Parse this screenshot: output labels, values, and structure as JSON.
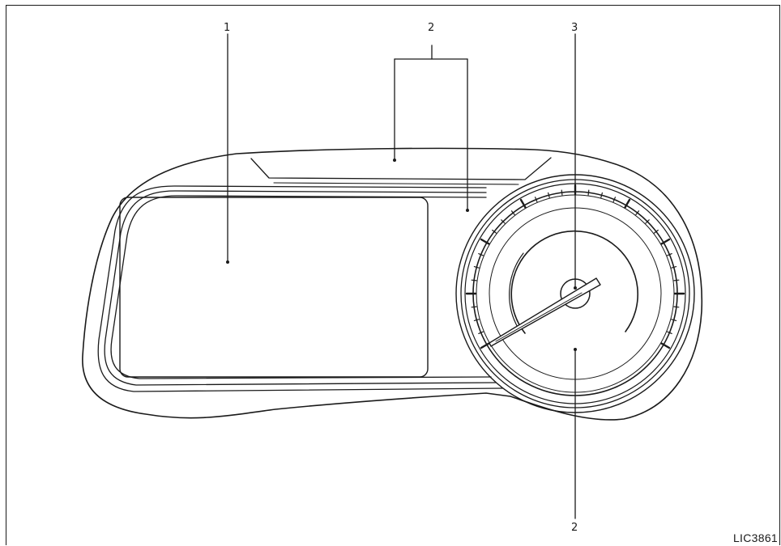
{
  "callouts": {
    "c1": "1",
    "c2_top": "2",
    "c3": "3",
    "c2_bottom": "2"
  },
  "figure_code": "LIC3861",
  "colors": {
    "line": "#1a1a1a",
    "background": "#ffffff"
  }
}
